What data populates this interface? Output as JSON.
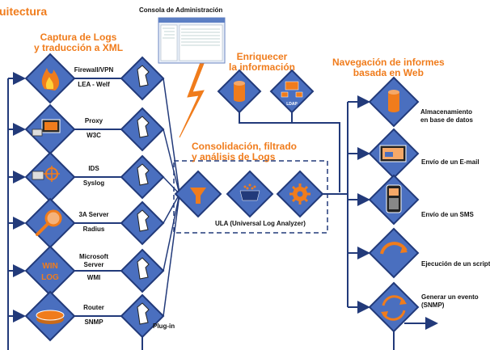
{
  "title": "uitectura",
  "console_label": "Consola de Administración",
  "headings": {
    "capture": [
      "Captura de Logs",
      "y traducción a XML"
    ],
    "enrich": [
      "Enriquecer",
      "la información"
    ],
    "consolidate": [
      "Consolidación, filtrado",
      "y análisis de Logs"
    ],
    "navigation": [
      "Navegación de informes",
      "basada en Web"
    ]
  },
  "sources": [
    {
      "name": "Firewall/VPN",
      "protocol": "LEA - Welf",
      "icon": "fire-icon"
    },
    {
      "name": "Proxy",
      "protocol": "W3C",
      "icon": "computer-icon"
    },
    {
      "name": "IDS",
      "protocol": "Syslog",
      "icon": "ids-icon"
    },
    {
      "name": "3A Server",
      "protocol": "Radius",
      "icon": "magnifier-icon"
    },
    {
      "name": "Microsoft Server",
      "protocol": "WMI",
      "icon": "win-log-icon"
    },
    {
      "name": "Router",
      "protocol": "SNMP",
      "icon": "router-icon"
    }
  ],
  "plugin_label": "Plug-in",
  "ula_label": "ULA (Universal Log Analyzer)",
  "outputs": [
    {
      "label": "Almacenamiento en base de datos",
      "icon": "database-icon"
    },
    {
      "label": "Envío de un E-mail",
      "icon": "email-icon"
    },
    {
      "label": "Envío de un SMS",
      "icon": "phone-icon"
    },
    {
      "label": "Ejecución de un script",
      "icon": "script-icon"
    },
    {
      "label": "Generar un evento (SNMP)",
      "icon": "event-icon"
    }
  ],
  "colors": {
    "accent": "#f07c1c",
    "navy": "#223a7a",
    "diamond": "#4a6fbf",
    "bolt": "#f07c1c"
  }
}
